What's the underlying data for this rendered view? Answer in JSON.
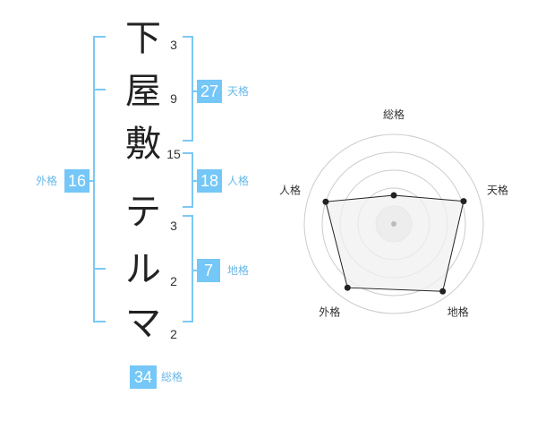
{
  "name_characters": [
    {
      "char": "下",
      "strokes": "3"
    },
    {
      "char": "屋",
      "strokes": "9"
    },
    {
      "char": "敷",
      "strokes": "15"
    },
    {
      "char": "テ",
      "strokes": "3"
    },
    {
      "char": "ル",
      "strokes": "2"
    },
    {
      "char": "マ",
      "strokes": "2"
    }
  ],
  "fortune": {
    "tenkaku": {
      "value": "27",
      "label": "天格"
    },
    "jinkaku": {
      "value": "18",
      "label": "人格"
    },
    "chikaku": {
      "value": "7",
      "label": "地格"
    },
    "gaikaku": {
      "value": "16",
      "label": "外格"
    },
    "soukaku": {
      "value": "34",
      "label": "総格"
    }
  },
  "radar": {
    "axes": [
      "総格",
      "天格",
      "地格",
      "外格",
      "人格"
    ],
    "values": [
      0.32,
      0.82,
      0.93,
      0.88,
      0.8
    ],
    "colors": {
      "fill": "#f0f0f0",
      "stroke": "#222222",
      "grid": "#cccccc",
      "center": "#bbbbbb"
    }
  },
  "colors": {
    "accent": "#74c7f7",
    "label": "#69b8e8"
  }
}
